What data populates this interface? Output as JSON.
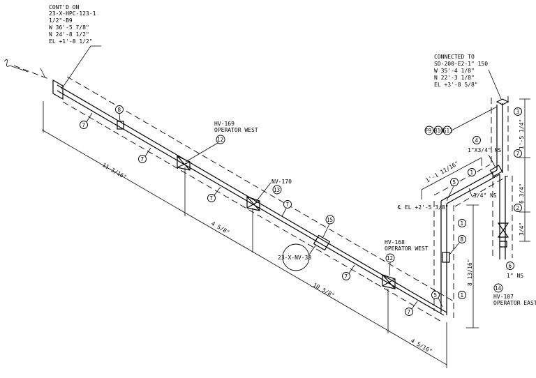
{
  "notes": {
    "contd_on": [
      "CONT'D ON",
      "23-X-HPC-123-1",
      "1/2\"-B9",
      "W 36'-5 7/8\"",
      "N 24'-8 1/2\"",
      "EL +1'-8 1/2\""
    ],
    "connected_to": [
      "CONNECTED TO",
      "SD-200-E2-1\" 150",
      "W 35'-4 1/8\"",
      "N 22'-3 1/8\"",
      "EL +3'-8 5/8\""
    ],
    "hv169": [
      "HV-169",
      "OPERATOR WEST"
    ],
    "nv170": "NV-170",
    "hv168": [
      "HV-168",
      "OPERATOR WEST"
    ],
    "hv107": [
      "HV-107",
      "OPERATOR EAST"
    ],
    "reducer": "1\"X3/4\" NS",
    "ns_34": "3/4\" NS",
    "ns_1": "1\" NS",
    "elev": "℄ EL +2'-5 3/8\"",
    "weld_group": "F9 B10 G11",
    "instrument": "23-X-NV-38"
  },
  "dims": {
    "d1": "11 3/16\"",
    "d2": "4 5/8\"",
    "d3": "10 3/8\"",
    "d4": "4 5/16\"",
    "d5": "1'-1 11/16\"",
    "d6": "8 13/16\"",
    "d7": "1'-5 1/4\"",
    "d8": "6 3/4\"",
    "d9": "3/4\""
  },
  "balloons": {
    "b1": "1",
    "b2": "2",
    "b3": "3",
    "b4": "4",
    "b5": "5",
    "b6": "6",
    "b7": "7",
    "b8": "8",
    "b12": "12",
    "b13": "13",
    "b14": "14",
    "b15": "15"
  }
}
